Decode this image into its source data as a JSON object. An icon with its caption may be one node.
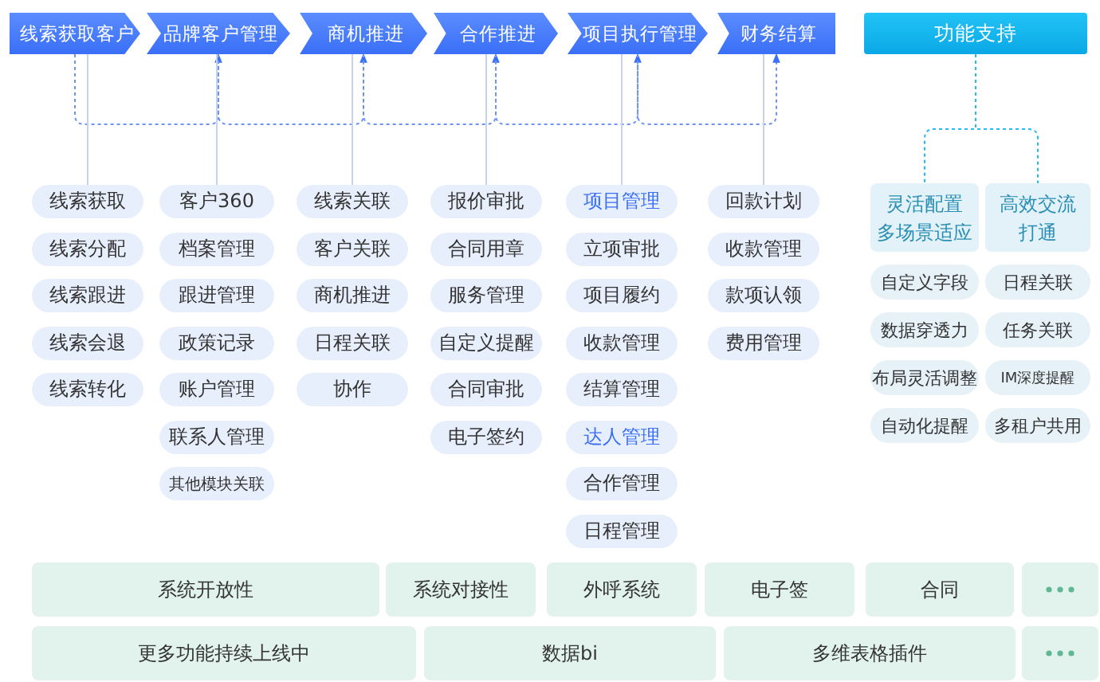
{
  "diagram": {
    "nodes": [
      {
        "text": [
          "线索获取客户"
        ]
      },
      {
        "text": [
          "品牌客户管理"
        ]
      },
      {
        "text": [
          "商机推进"
        ]
      },
      {
        "text": [
          "合作推进"
        ]
      },
      {
        "text": [
          "项目执行管理"
        ]
      },
      {
        "text": [
          "财务结算"
        ]
      },
      {
        "text": [
          "功能支持"
        ]
      },
      {
        "text": [
          "线索获取"
        ]
      },
      {
        "text": [
          "线索分配"
        ]
      },
      {
        "text": [
          "线索跟进"
        ]
      },
      {
        "text": [
          "线索会退"
        ]
      },
      {
        "text": [
          "线索转化"
        ]
      },
      {
        "text": [
          "客户360"
        ]
      },
      {
        "text": [
          "档案管理"
        ]
      },
      {
        "text": [
          "跟进管理"
        ]
      },
      {
        "text": [
          "政策记录"
        ]
      },
      {
        "text": [
          "账户管理"
        ]
      },
      {
        "text": [
          "联系人管理"
        ]
      },
      {
        "text": [
          "其他模块关联"
        ]
      },
      {
        "text": [
          "线索关联"
        ]
      },
      {
        "text": [
          "客户关联"
        ]
      },
      {
        "text": [
          "商机推进"
        ]
      },
      {
        "text": [
          "日程关联"
        ]
      },
      {
        "text": [
          "协作"
        ]
      },
      {
        "text": [
          "报价审批"
        ]
      },
      {
        "text": [
          "合同用章"
        ]
      },
      {
        "text": [
          "服务管理"
        ]
      },
      {
        "text": [
          "自定义提醒"
        ]
      },
      {
        "text": [
          "合同审批"
        ]
      },
      {
        "text": [
          "电子签约"
        ]
      },
      {
        "text": [
          "项目管理"
        ]
      },
      {
        "text": [
          "立项审批"
        ]
      },
      {
        "text": [
          "项目履约"
        ]
      },
      {
        "text": [
          "收款管理"
        ]
      },
      {
        "text": [
          "结算管理"
        ]
      },
      {
        "text": [
          "达人管理"
        ]
      },
      {
        "text": [
          "合作管理"
        ]
      },
      {
        "text": [
          "日程管理"
        ]
      },
      {
        "text": [
          "回款计划"
        ]
      },
      {
        "text": [
          "收款管理"
        ]
      },
      {
        "text": [
          "款项认领"
        ]
      },
      {
        "text": [
          "费用管理"
        ]
      },
      {
        "text": [
          "灵活配置多场景适应"
        ]
      },
      {
        "text": [
          "高效交流打通"
        ]
      },
      {
        "text": [
          "自定义字段"
        ]
      },
      {
        "text": [
          "日程关联"
        ]
      },
      {
        "text": [
          "数据穿透力"
        ]
      },
      {
        "text": [
          "任务关联"
        ]
      },
      {
        "text": [
          "布局灵活调整"
        ]
      },
      {
        "text": [
          "IM深度提醒"
        ]
      },
      {
        "text": [
          "自动化提醒"
        ]
      },
      {
        "text": [
          "多租户共用"
        ]
      },
      {
        "text": [
          "系统开放性"
        ]
      },
      {
        "text": [
          "系统对接性"
        ]
      },
      {
        "text": [
          "外呼系统"
        ]
      },
      {
        "text": [
          "电子签"
        ]
      },
      {
        "text": [
          "合同"
        ]
      },
      {
        "text": [],
        "shape": "box"
      },
      {
        "text": [
          "更多功能持续上线中"
        ]
      },
      {
        "text": [
          "数据bi"
        ]
      },
      {
        "text": [
          "多维表格插件"
        ]
      },
      {
        "text": [],
        "shape": "box"
      }
    ],
    "edges": [
      {
        "from": 0,
        "to": 1,
        "arrow": "to",
        "style": "dashed"
      },
      {
        "from": 1,
        "to": 2,
        "arrow": "to",
        "style": "dashed"
      },
      {
        "from": 2,
        "to": 3,
        "arrow": "to",
        "style": "dashed"
      },
      {
        "from": 3,
        "to": 4,
        "arrow": "to",
        "style": "dashed"
      },
      {
        "from": 4,
        "to": 5,
        "arrow": "to",
        "style": "dashed"
      },
      {
        "from": 0,
        "to": 7,
        "arrow": "none"
      },
      {
        "from": 1,
        "to": 12,
        "arrow": "none"
      },
      {
        "from": 2,
        "to": 19,
        "arrow": "none"
      },
      {
        "from": 3,
        "to": 24,
        "arrow": "none"
      },
      {
        "from": 4,
        "to": 30,
        "arrow": "none"
      },
      {
        "from": 5,
        "to": 38,
        "arrow": "none"
      },
      {
        "from": 6,
        "to": 42,
        "arrow": "none",
        "style": "dashed",
        "color": "#29b6f6"
      },
      {
        "from": 6,
        "to": 43,
        "arrow": "none",
        "style": "dashed",
        "color": "#29b6f6"
      }
    ]
  }
}
